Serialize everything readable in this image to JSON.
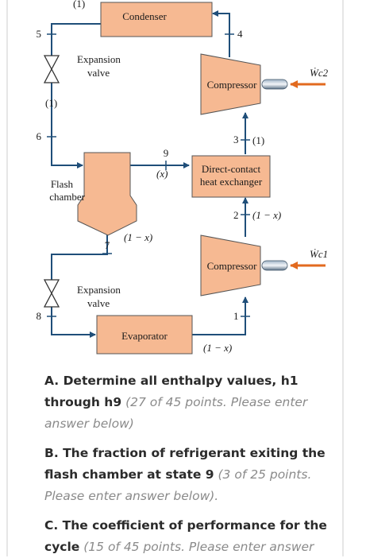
{
  "diagram": {
    "condenser": "Condenser",
    "evaporator": "Evaporator",
    "flash_chamber_line1": "Flash",
    "flash_chamber_line2": "chamber",
    "expansion_valve_top_line1": "Expansion",
    "expansion_valve_top_line2": "valve",
    "expansion_valve_bottom_line1": "Expansion",
    "expansion_valve_bottom_line2": "valve",
    "compressor_high": "Compressor",
    "compressor_low": "Compressor",
    "heat_exchanger_line1": "Direct-contact",
    "heat_exchanger_line2": "heat exchanger",
    "work_high": "Ẇc2",
    "work_low": "Ẇc1",
    "flow_top": "(1)",
    "flow_left": "(1)",
    "flow_state3": "(1)",
    "flow_x": "(x)",
    "flow_state7": "(1 − x)",
    "flow_state2": "(1 − x)",
    "flow_evap": "(1 − x)",
    "state_1": "1",
    "state_2": "2",
    "state_3": "3",
    "state_4": "4",
    "state_5": "5",
    "state_6": "6",
    "state_7": "7",
    "state_8": "8",
    "state_9": "9",
    "colors": {
      "component_fill": "#f6b992",
      "component_stroke": "#555555",
      "line": "#1f4e79",
      "work_arrow": "#e26a1f"
    }
  },
  "questions": {
    "a_bold": "A. Determine all enthalpy values, h1 through h9",
    "a_note": "(27 of 45 points. Please enter answer below)",
    "b_bold": "B. The fraction of refrigerant exiting the flash chamber at state 9",
    "b_note": "(3 of 25 points. Please enter answer below).",
    "c_bold": "C. The coefficient of performance for the cycle",
    "c_note": "(15 of 45 points. Please enter answer"
  }
}
